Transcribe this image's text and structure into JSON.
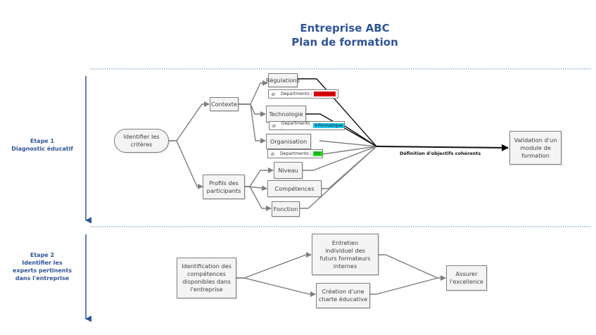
{
  "header": {
    "title_line1": "Entreprise ABC",
    "title_line2": "Plan de formation"
  },
  "stages": [
    {
      "line1": "Etape 1",
      "line2": "Diagnostic éducatif"
    },
    {
      "line1": "Etape 2",
      "line2": "Identifier les",
      "line3": "experts pertinents",
      "line4": "dans l'entreprise"
    }
  ],
  "colors": {
    "accent": "#2f5496",
    "dept_red": "#e30000",
    "dept_cyan": "#1ec8f0",
    "dept_green": "#22dd22"
  },
  "nodes": {
    "identifier": "Identifier les critères",
    "contexte": "Contexte",
    "profils": "Profils des participants",
    "regulations": "Régulations",
    "technologie": "Technologie",
    "organisation": "Organisation",
    "niveau": "Niveau",
    "competences": "Compétences",
    "fonction": "Fonction",
    "validation": "Validation d'un module de formation",
    "identification": "Identification des compétences disponibles dans l'entreprise",
    "entretien": "Entretien individuel des futurs formateurs internes",
    "charte": "Création d'une charte éducative",
    "excellence": "Assurer l'excellence"
  },
  "tags": [
    {
      "label": "Departments :",
      "value": "Juridique",
      "icon": "tag-icon"
    },
    {
      "label": "Departments :",
      "value": "Informatique",
      "icon": "tag-icon"
    },
    {
      "label": "Departments :",
      "value": "RH",
      "icon": "tag-icon"
    }
  ],
  "edge_labels": {
    "definition": "Définition d'objectifs cohérents"
  }
}
